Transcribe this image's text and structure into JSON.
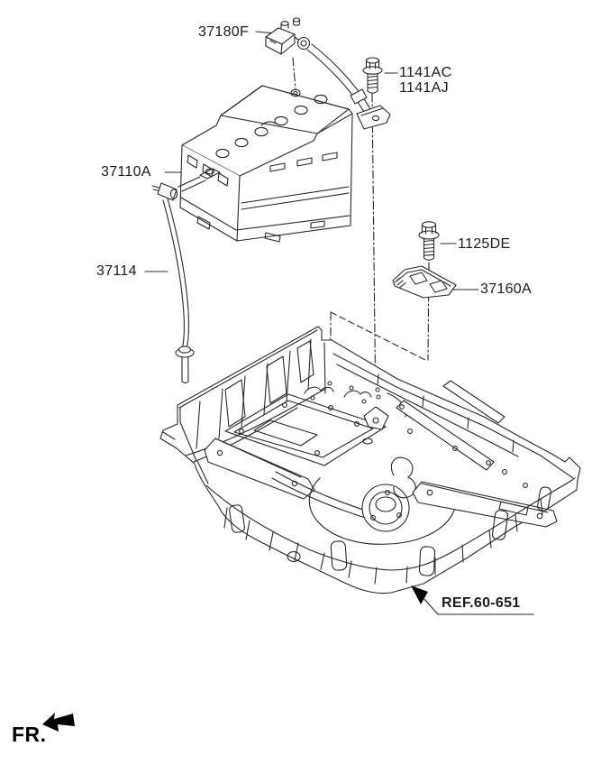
{
  "diagram": {
    "labels": {
      "sensor": "37180F",
      "bolt_upper_a": "1141AC",
      "bolt_upper_b": "1141AJ",
      "battery": "37110A",
      "battery_cable": "37114",
      "bolt_lower": "1125DE",
      "bracket": "37160A",
      "floor_ref": "REF.60-651",
      "front": "FR."
    },
    "parts": [
      {
        "code": "37180F",
        "component": "battery-sensor"
      },
      {
        "code": "1141AC",
        "component": "bolt"
      },
      {
        "code": "1141AJ",
        "component": "bolt"
      },
      {
        "code": "37110A",
        "component": "battery"
      },
      {
        "code": "37114",
        "component": "battery-cable"
      },
      {
        "code": "1125DE",
        "component": "bolt"
      },
      {
        "code": "37160A",
        "component": "battery-bracket"
      },
      {
        "code": "REF.60-651",
        "component": "floor-panel-reference"
      }
    ],
    "colors": {
      "line": "#282828",
      "background": "#ffffff",
      "label_text": "#1c1c1c"
    }
  }
}
